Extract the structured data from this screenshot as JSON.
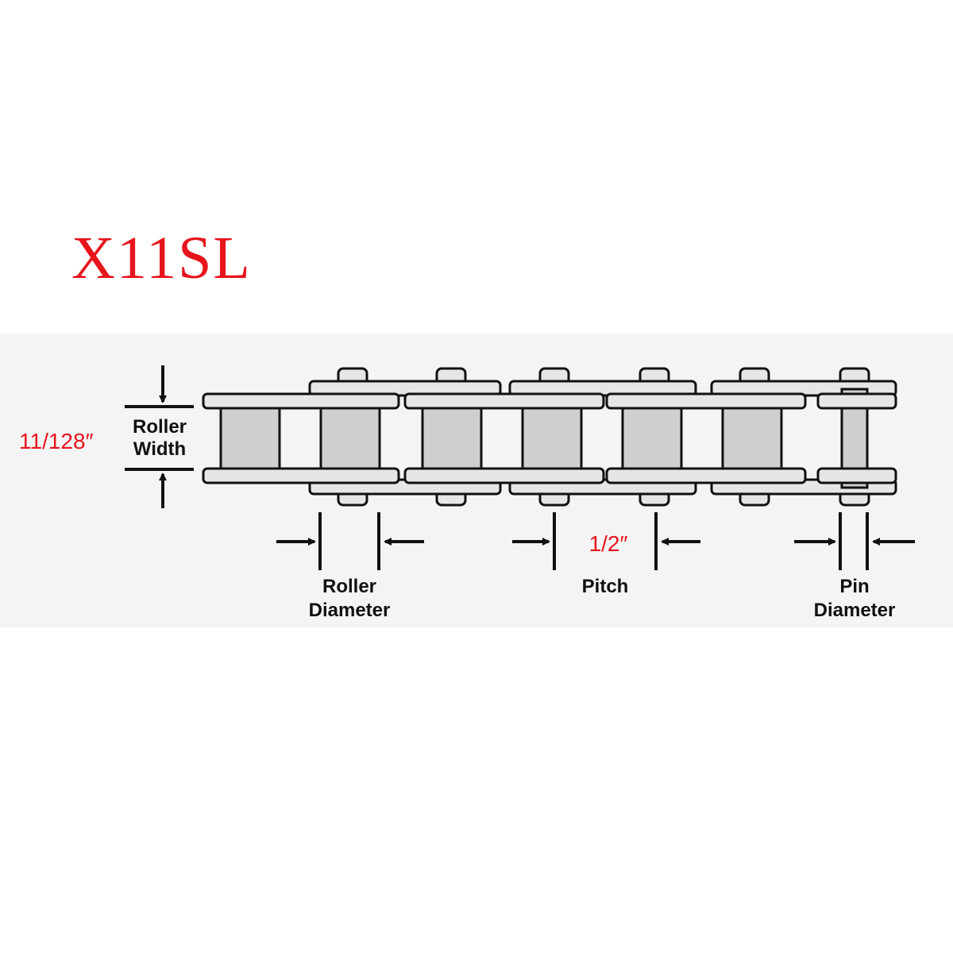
{
  "title": "X11SL",
  "roller_width": {
    "label_line1": "Roller",
    "label_line2": "Width",
    "value": "11/128″"
  },
  "roller_diameter": {
    "label_line1": "Roller",
    "label_line2": "Diameter"
  },
  "pitch": {
    "label": "Pitch",
    "value": "1/2″"
  },
  "pin_diameter": {
    "label_line1": "Pin",
    "label_line2": "Diameter"
  },
  "colors": {
    "accent": "#e8141c",
    "roller": "#cfcfcf",
    "plate": "#e6e6e6",
    "outline": "#111111"
  }
}
